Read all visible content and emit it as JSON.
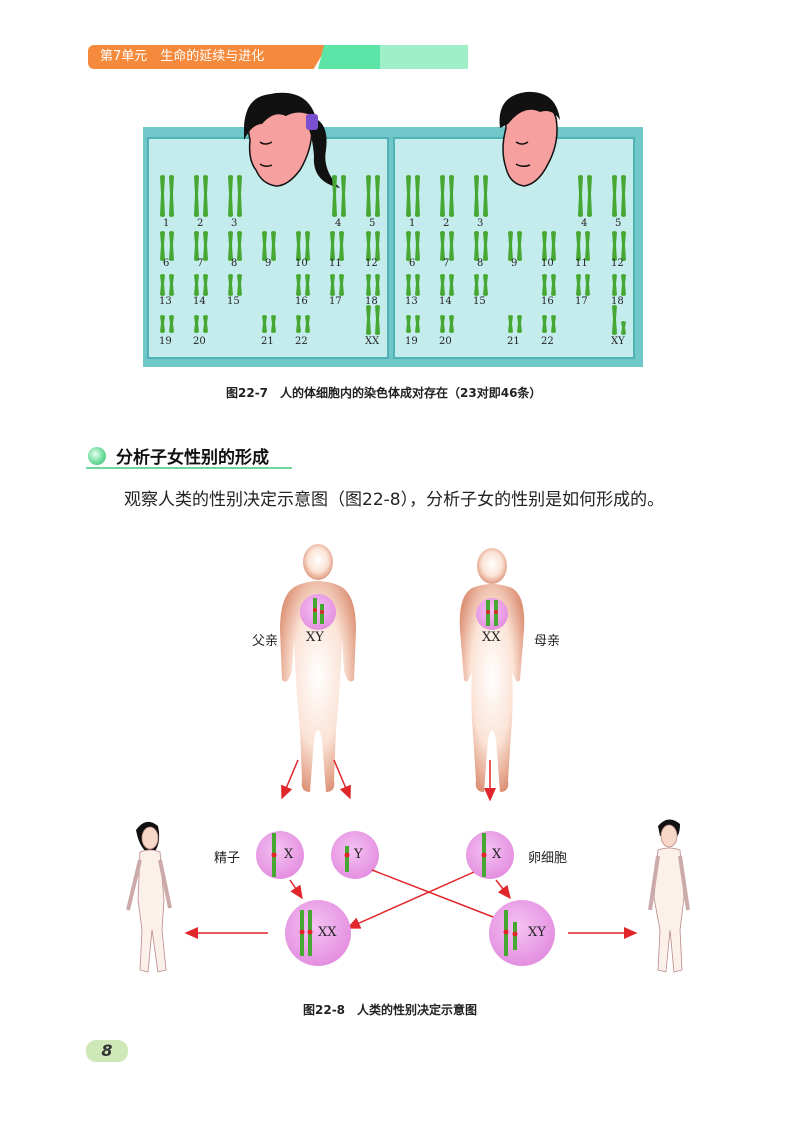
{
  "header": {
    "unit_title": "第7单元　生命的延续与进化"
  },
  "figure_22_7": {
    "caption": "图22-7　人的体细胞内的染色体成对存在（23对即46条）",
    "female_numbers": [
      "1",
      "2",
      "3",
      "4",
      "5",
      "6",
      "7",
      "8",
      "9",
      "10",
      "11",
      "12",
      "13",
      "14",
      "15",
      "16",
      "17",
      "18",
      "19",
      "20",
      "21",
      "22",
      "XX"
    ],
    "male_numbers": [
      "1",
      "2",
      "3",
      "4",
      "5",
      "6",
      "7",
      "8",
      "9",
      "10",
      "11",
      "12",
      "13",
      "14",
      "15",
      "16",
      "17",
      "18",
      "19",
      "20",
      "21",
      "22",
      "XY"
    ]
  },
  "section": {
    "title": "分析子女性别的形成",
    "body": "观察人类的性别决定示意图（图22-8），分析子女的性别是如何形成的。"
  },
  "figure_22_8": {
    "father_label": "父亲",
    "father_chromosomes": "XY",
    "mother_label": "母亲",
    "mother_chromosomes": "XX",
    "sperm_label": "精子",
    "sperm_x": "X",
    "sperm_y": "Y",
    "egg_label": "卵细胞",
    "egg_x": "X",
    "daughter_chromosomes": "XX",
    "son_chromosomes": "XY",
    "caption": "图22-8　人类的性别决定示意图"
  },
  "page_number": "8",
  "colors": {
    "header_orange": "#f58a3c",
    "header_green": "#5ce3a6",
    "board": "#6fc7c9",
    "chromosome_green": "#46a832",
    "cell_pink": "#e48fe0",
    "arrow_red": "#e0262b"
  }
}
